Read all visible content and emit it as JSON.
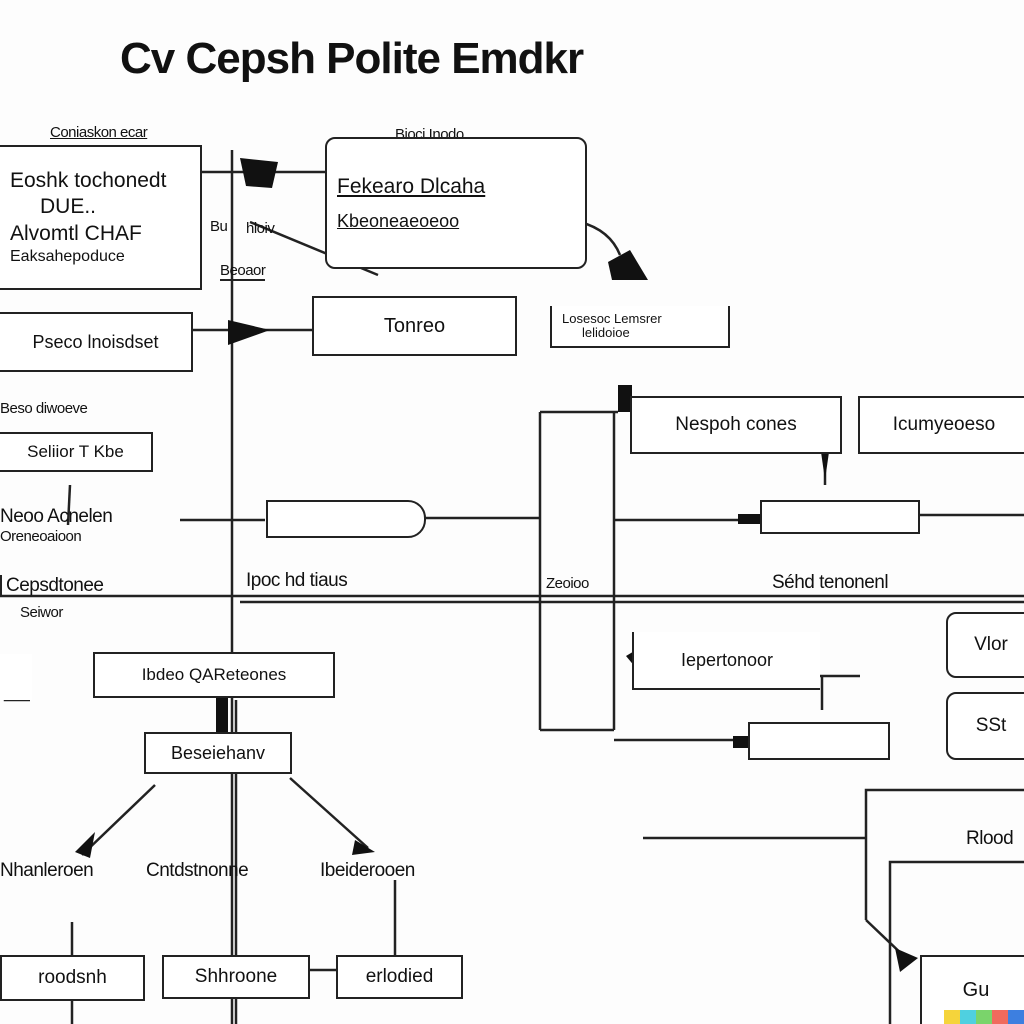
{
  "title": "Cv Cepsh Polite Emdkr",
  "nodes": {
    "top_left_header": "Coniaskon ecar",
    "top_left_lines": [
      "Eoshk tochonedt",
      "DUE..",
      "Alvomtl CHAF",
      "Eaksahepoduce"
    ],
    "small_left_a": "Bu",
    "small_left_b": "hloiv",
    "small_left_c": "Beoaor",
    "top_center_header": "Bioci Inodo",
    "top_center_line1": "Fekearo Dlcaha",
    "top_center_line2": "Kbeoneaeoeoo",
    "left_box1": "Pseco lnoisdset",
    "center_box": "Tonreo",
    "right_small_line1": "Losesoc Lemsrer",
    "right_small_line2": "lelidoioe",
    "left_label2": "Beso diwoeve",
    "left_box2": "Seliior  T Kbe",
    "right_box1": "Nespoh cones",
    "right_box2": "Icumyeoeso",
    "left_text3_line1": "Neoo Acnelen",
    "left_text3_line2": "Oreneoaioon",
    "left_text4_line1": "Cepsdtonee",
    "left_text4_line2": "Seiwor",
    "mid_label1": "Ipoc hd tiaus",
    "mid_label2": "Zeoioo",
    "mid_label3": "Séhd tenonenl",
    "center_box2": "Ibdeo QAReteones",
    "right_box3": "Iepertonoor",
    "far_right_box1": "Vlor",
    "far_right_box2": "SSt",
    "parent_box": "Beseiehanv",
    "child1": "Nhanleroen",
    "child2": "Cntdstnonne",
    "child3": "Ibeiderooen",
    "bottom1": "roodsnh",
    "bottom2": "Shhroone",
    "bottom3": "erlodied",
    "bottom_right_label": "Rlood",
    "bottom_right_box": "Gu"
  },
  "colors": {
    "line": "#222222",
    "background": "#fdfdfd",
    "strip": [
      "#f5d43b",
      "#4fd0e0",
      "#7ad46b",
      "#f06a5d",
      "#3d7fe0"
    ]
  }
}
